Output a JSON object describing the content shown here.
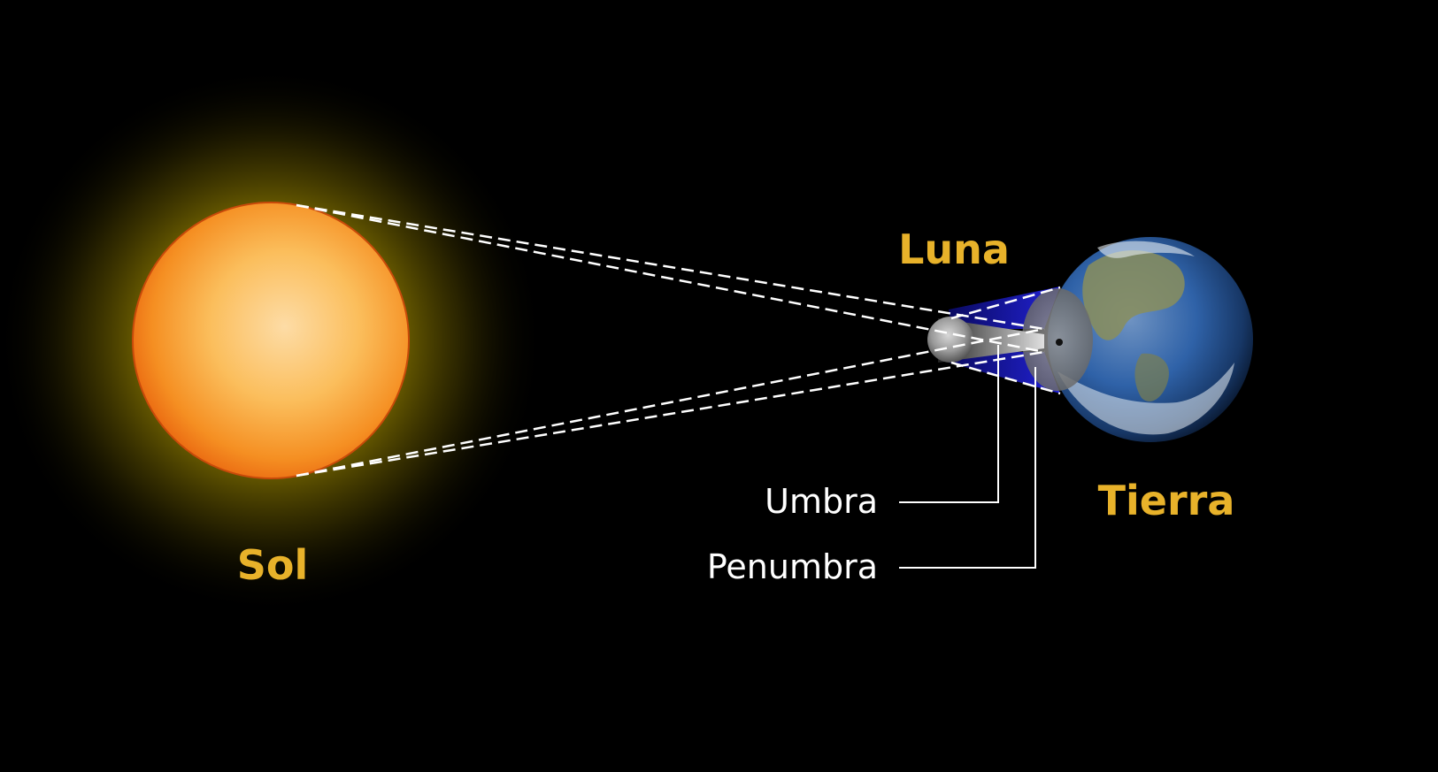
{
  "labels": {
    "sun": "Sol",
    "moon": "Luna",
    "earth": "Tierra",
    "umbra": "Umbra",
    "penumbra": "Penumbra"
  },
  "colors": {
    "background": "#000000",
    "body_label": "#E8B22A",
    "shadow_label": "#FFFFFF",
    "sun_core": "#FDD9A0",
    "sun_edge": "#F06A10",
    "penumbra_fill": "#1A1AC8",
    "earth_ocean": "#2F62A8",
    "earth_land": "#7E8A5A",
    "moon": "#A8A8A8"
  }
}
